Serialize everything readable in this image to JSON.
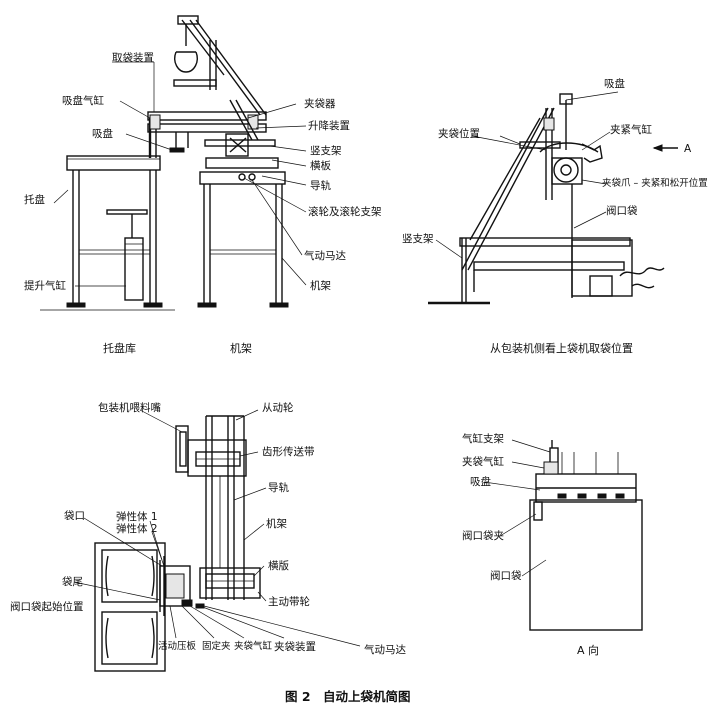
{
  "views": {
    "tray": {
      "caption": "托盘库"
    },
    "frame": {
      "caption": "机架"
    },
    "side": {
      "caption": "从包装机侧看上袋机取袋位置"
    },
    "a_view": {
      "caption": "A 向"
    }
  },
  "labels": {
    "qudai_zhuangzhi": "取袋装置",
    "xipan_qigang": "吸盘气缸",
    "xipan_1": "吸盘",
    "tuopan": "托盘",
    "tisheng_qigang": "提升气缸",
    "jiadaiqi": "夹袋器",
    "shengjiang": "升降装置",
    "shuzhijia_1": "竖支架",
    "hengban_1": "横板",
    "daogui_1": "导轨",
    "gunlun": "滚轮及滚轮支架",
    "qidong_mada_1": "气动马达",
    "jijia_1": "机架",
    "xipan_2": "吸盘",
    "jiadai_weizhi": "夹袋位置",
    "jiajin_qigang": "夹紧气缸",
    "arrow_a": "A",
    "jiadaizhua": "夹袋爪 – 夹紧和松开位置",
    "fakoudai_1": "阀口袋",
    "shuzhijia_2": "竖支架",
    "baozhuangji_zui": "包装机喂料嘴",
    "congdonglun": "从动轮",
    "chixing": "齿形传送带",
    "daogui_2": "导轨",
    "daikou": "袋口",
    "tanxingti_1": "弹性体 1",
    "tanxingti_2": "弹性体 2",
    "jijia_2": "机架",
    "hengban_2": "横版",
    "daiwei": "袋尾",
    "fakoudai_qishi": "阀口袋起始位置",
    "zhudong": "主动带轮",
    "huodong_yaban": "活动压板",
    "guding_ban": "固定夹",
    "jiadai_qigang_b": "夹袋气缸",
    "jiadai_zhuangzhi": "夹袋装置",
    "qidong_mada_2": "气动马达",
    "qigang_zhijia": "气缸支架",
    "jiadai_qigang_a": "夹袋气缸",
    "xipan_3": "吸盘",
    "fakoudai_jia": "阀口袋夹",
    "fakoudai_2": "阀口袋"
  },
  "figure_caption": "图 2　自动上袋机简图"
}
